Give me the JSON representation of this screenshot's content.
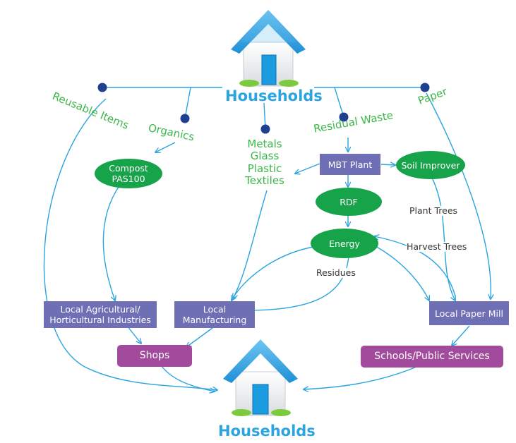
{
  "diagram": {
    "top_title": "Households",
    "bottom_title": "Households",
    "branches": {
      "reusable": "Reusable Items",
      "organics": "Organics",
      "materials": [
        "Metals",
        "Glass",
        "Plastic",
        "Textiles"
      ],
      "residual": "Residual Waste",
      "paper": "Paper"
    },
    "nodes": {
      "compost": [
        "Compost",
        "PAS100"
      ],
      "mbt_plant": "MBT Plant",
      "soil_improver": "Soil Improver",
      "rdf": "RDF",
      "energy": "Energy",
      "local_agri": [
        "Local Agricultural/",
        "Horticultural Industries"
      ],
      "local_manufacturing": [
        "Local",
        "Manufacturing"
      ],
      "local_paper_mill": "Local Paper Mill",
      "shops": "Shops",
      "schools": "Schools/Public Services"
    },
    "edge_labels": {
      "plant_trees": "Plant Trees",
      "harvest_trees": "Harvest Trees",
      "residues": "Residues"
    },
    "colors": {
      "arrow": "#2aa4e0",
      "branch_dot": "#1f3f8f",
      "green_text": "#3cb64a",
      "process_box": "#6f6fb6",
      "output_box": "#a24a9c",
      "oval": "#16a34a",
      "title": "#2aa4e0"
    },
    "icons": [
      "house-icon"
    ]
  }
}
